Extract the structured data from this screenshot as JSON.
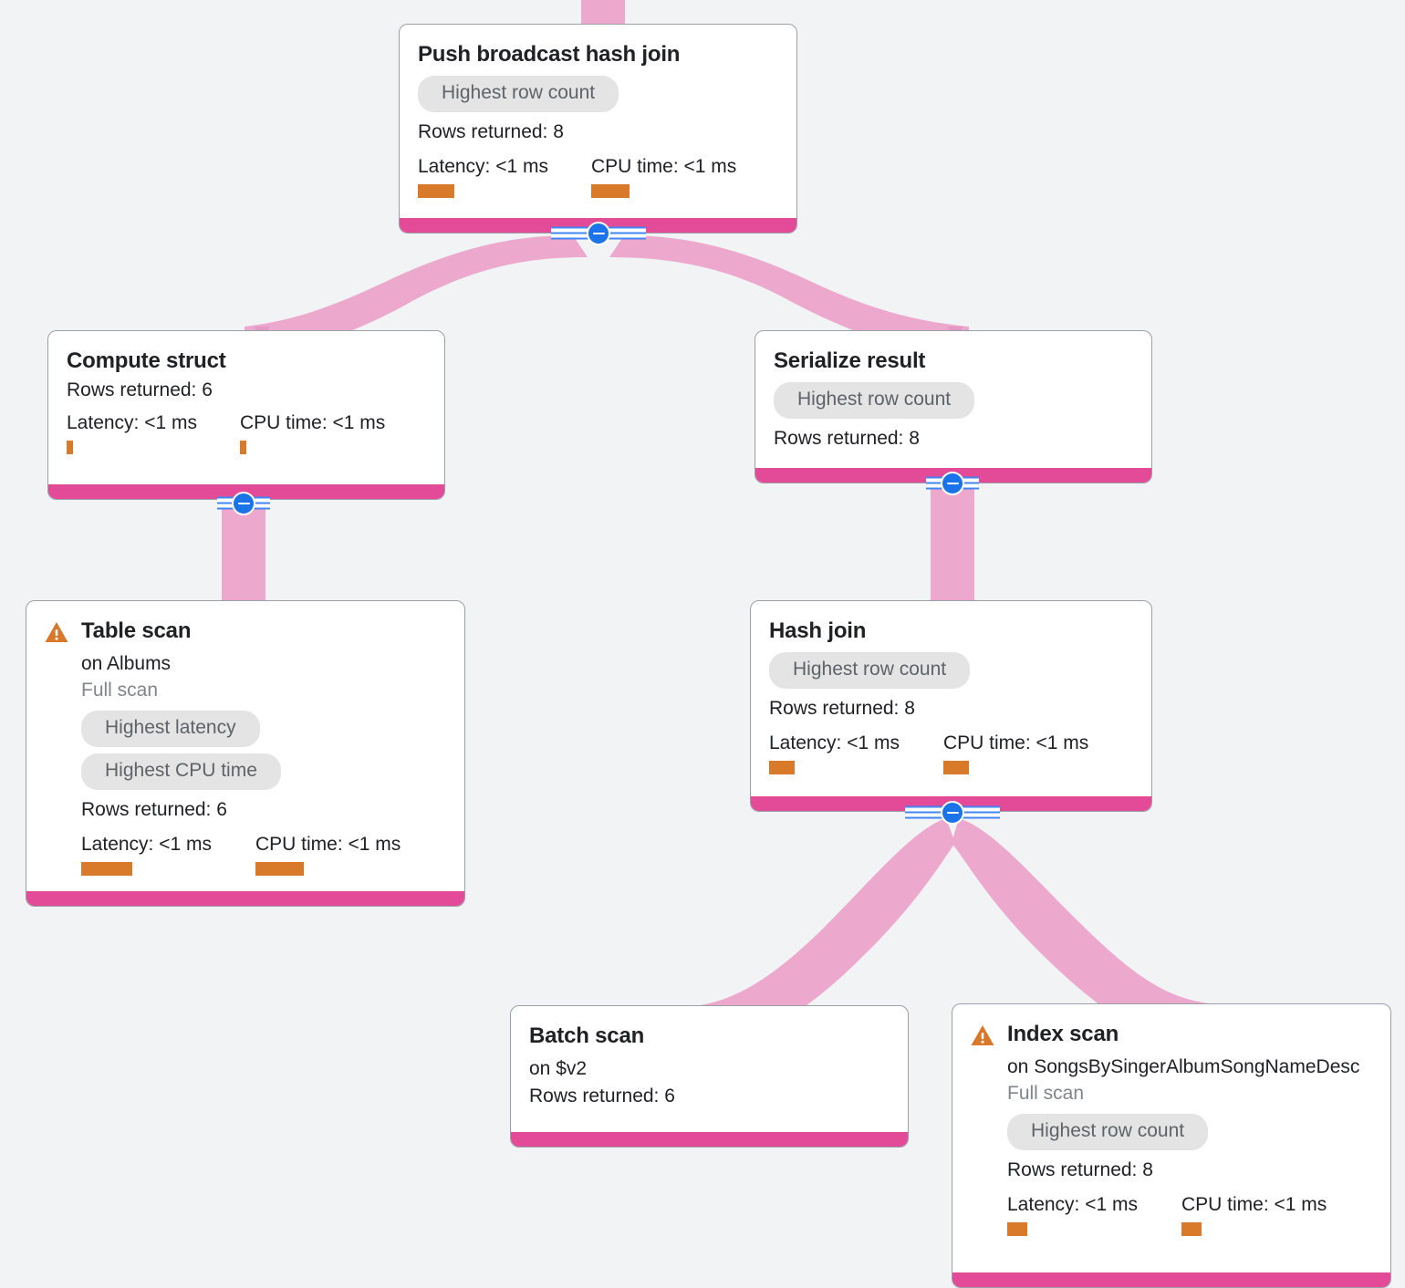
{
  "canvas": {
    "background": "#F1F3F4",
    "accent_pink": "#E34A98",
    "edge_pink": "#EDA8CD",
    "orange": "#D97A2B",
    "warn_orange": "#D9772B",
    "pill_bg": "#E4E4E4",
    "pill_text": "#5F6368",
    "toggle_blue": "#1A73E8"
  },
  "labels": {
    "rows_prefix": "Rows returned: ",
    "latency_prefix": "Latency: ",
    "cpu_prefix": "CPU time: ",
    "collapse_icon": "minus-circle-icon",
    "warning_icon": "warning-triangle-icon"
  },
  "nodes": [
    {
      "id": "push-broadcast-hash-join",
      "title": "Push broadcast hash join",
      "warning": false,
      "subtitle": null,
      "scan_type": null,
      "badges": [
        "Highest row count"
      ],
      "rows_returned": "Rows returned: 8",
      "latency": "Latency: <1 ms",
      "cpu_time": "CPU time: <1 ms",
      "has_collapse": true
    },
    {
      "id": "compute-struct",
      "title": "Compute struct",
      "warning": false,
      "subtitle": null,
      "scan_type": null,
      "badges": [],
      "rows_returned": "Rows returned: 6",
      "latency": "Latency: <1 ms",
      "cpu_time": "CPU time: <1 ms",
      "has_collapse": true
    },
    {
      "id": "serialize-result",
      "title": "Serialize result",
      "warning": false,
      "subtitle": null,
      "scan_type": null,
      "badges": [
        "Highest row count"
      ],
      "rows_returned": "Rows returned: 8",
      "latency": null,
      "cpu_time": null,
      "has_collapse": true
    },
    {
      "id": "table-scan",
      "title": "Table scan",
      "warning": true,
      "subtitle": "on Albums",
      "scan_type": "Full scan",
      "badges": [
        "Highest latency",
        "Highest CPU time"
      ],
      "rows_returned": "Rows returned: 6",
      "latency": "Latency: <1 ms",
      "cpu_time": "CPU time: <1 ms",
      "has_collapse": false
    },
    {
      "id": "hash-join",
      "title": "Hash join",
      "warning": false,
      "subtitle": null,
      "scan_type": null,
      "badges": [
        "Highest row count"
      ],
      "rows_returned": "Rows returned: 8",
      "latency": "Latency: <1 ms",
      "cpu_time": "CPU time: <1 ms",
      "has_collapse": true
    },
    {
      "id": "batch-scan",
      "title": "Batch scan",
      "warning": false,
      "subtitle": "on $v2",
      "scan_type": null,
      "badges": [],
      "rows_returned": "Rows returned: 6",
      "latency": null,
      "cpu_time": null,
      "has_collapse": false
    },
    {
      "id": "index-scan",
      "title": "Index scan",
      "warning": true,
      "subtitle": "on SongsBySingerAlbumSongNameDesc",
      "scan_type": "Full scan",
      "badges": [
        "Highest row count"
      ],
      "rows_returned": "Rows returned: 8",
      "latency": "Latency: <1 ms",
      "cpu_time": "CPU time: <1 ms",
      "has_collapse": false
    }
  ]
}
